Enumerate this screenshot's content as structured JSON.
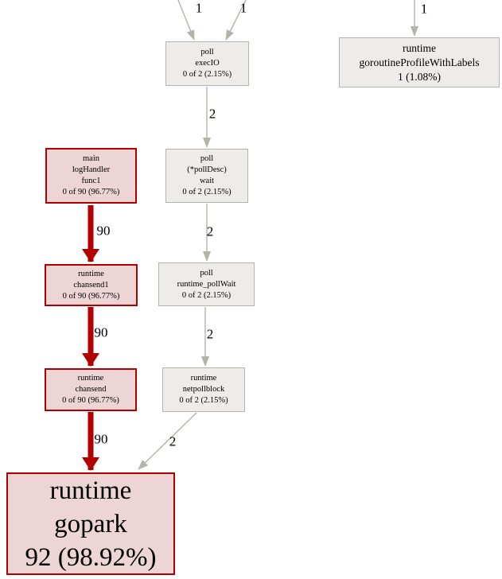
{
  "graph": {
    "kind": "pprof-call-graph"
  },
  "colors": {
    "hot_border": "#b20000",
    "hot_fill": "#edd5d5",
    "cold_border": "#b5b2aa",
    "cold_fill": "#edece9",
    "edge_red": "#b20000",
    "edge_gray": "#b5b2aa",
    "text": "#000000"
  },
  "nodes": {
    "exec_io": {
      "lines": [
        "poll",
        "execIO",
        "0 of 2 (2.15%)"
      ]
    },
    "goroutine_profile": {
      "lines": [
        "runtime",
        "goroutineProfileWithLabels",
        "1 (1.08%)"
      ]
    },
    "log_handler": {
      "lines": [
        "main",
        "logHandler",
        "func1",
        "0 of 90 (96.77%)"
      ]
    },
    "polldesc_wait": {
      "lines": [
        "poll",
        "(*pollDesc)",
        "wait",
        "0 of 2 (2.15%)"
      ]
    },
    "chansend1": {
      "lines": [
        "runtime",
        "chansend1",
        "0 of 90 (96.77%)"
      ]
    },
    "runtime_pollwait": {
      "lines": [
        "poll",
        "runtime_pollWait",
        "0 of 2 (2.15%)"
      ]
    },
    "chansend": {
      "lines": [
        "runtime",
        "chansend",
        "0 of 90 (96.77%)"
      ]
    },
    "netpollblock": {
      "lines": [
        "runtime",
        "netpollblock",
        "0 of 2 (2.15%)"
      ]
    },
    "gopark": {
      "lines": [
        "runtime",
        "gopark",
        "92 (98.92%)"
      ]
    }
  },
  "edges": {
    "into_execio_left": "1",
    "into_execio_right": "1",
    "into_goroutine_profile": "1",
    "execio_to_wait": "2",
    "wait_to_pollwait": "2",
    "pollwait_to_netpollblock": "2",
    "netpollblock_to_gopark": "2",
    "loghandler_to_chansend1": "90",
    "chansend1_to_chansend": "90",
    "chansend_to_gopark": "90"
  }
}
